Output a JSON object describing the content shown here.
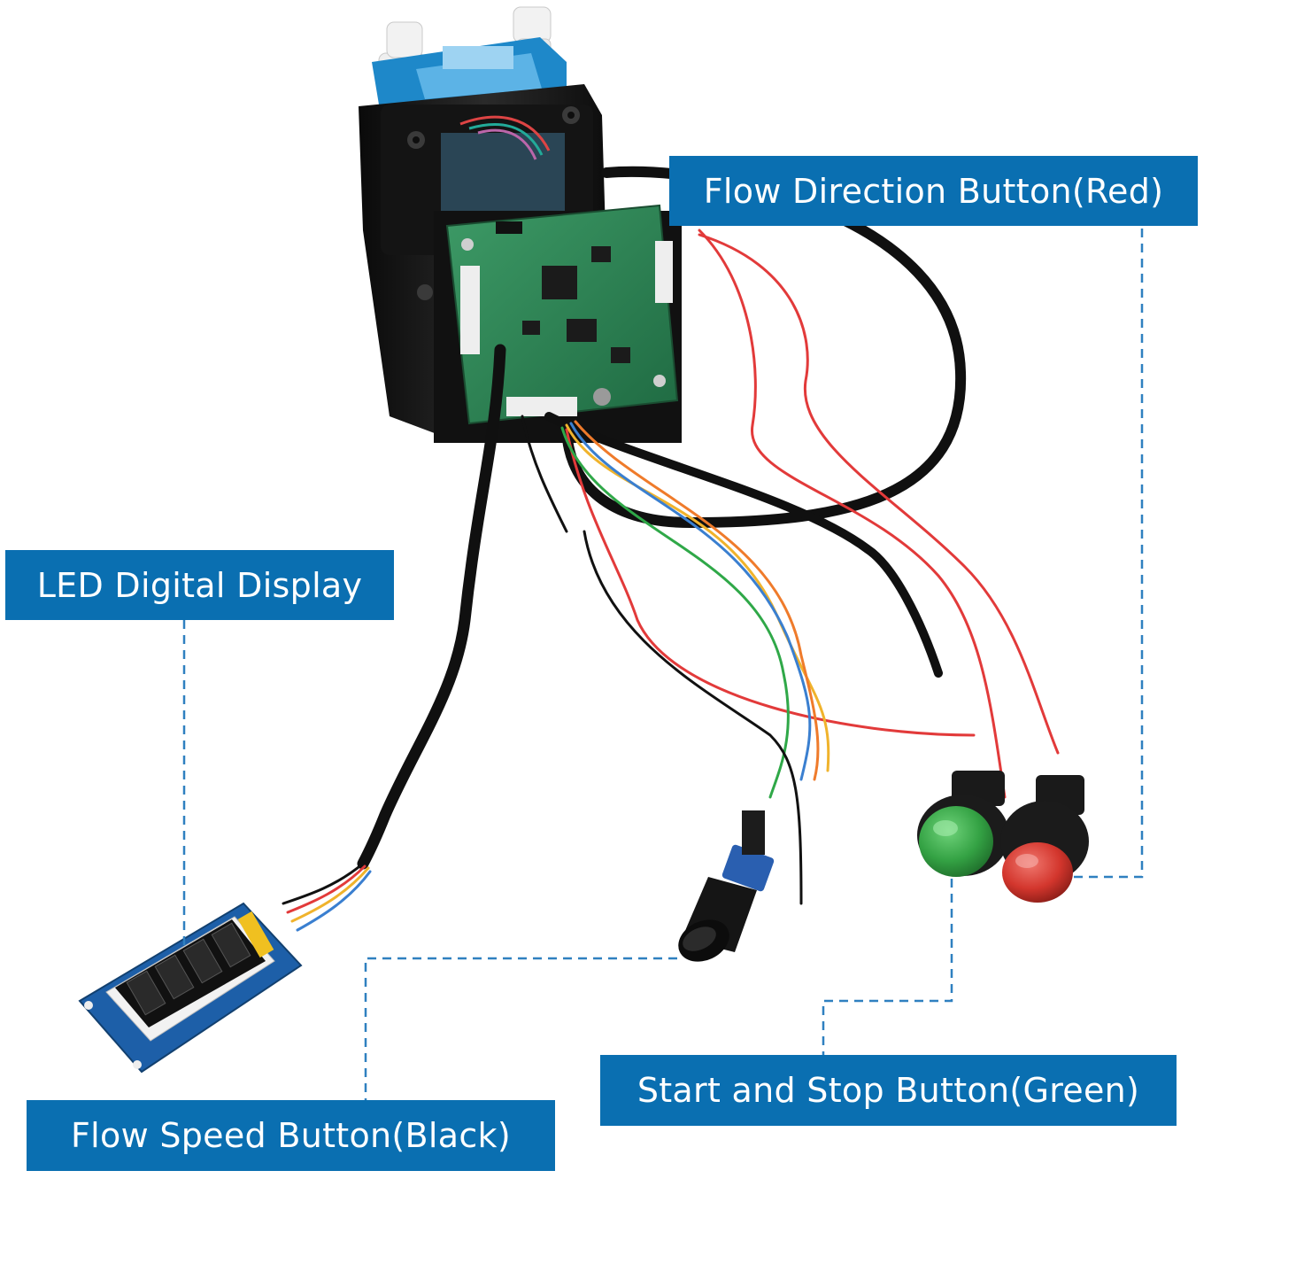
{
  "labels": {
    "flow_direction": "Flow Direction Button(Red)",
    "led_display": "LED Digital Display",
    "start_stop": "Start and Stop Button(Green)",
    "flow_speed": "Flow Speed Button(Black)"
  },
  "colors": {
    "label_bg": "#0a6fb1",
    "label_text": "#ffffff",
    "leader_line": "#2f80c0",
    "button_green": "#3aa84a",
    "button_red": "#d8342c",
    "cable_black": "#111111",
    "wire_red": "#e23a3a",
    "pcb_green": "#2e7d4f",
    "pump_blue": "#1e88c9"
  }
}
